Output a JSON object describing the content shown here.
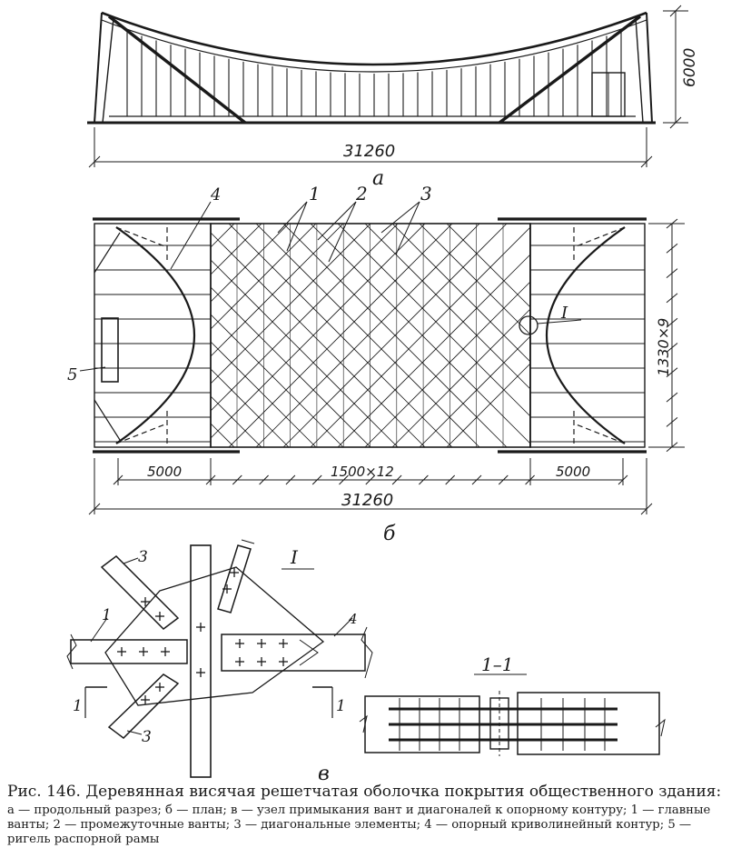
{
  "view_a": {
    "letter": "а",
    "height_dim": "6000",
    "length_dim": "31260"
  },
  "view_b": {
    "letter": "б",
    "callouts": [
      "1",
      "2",
      "3",
      "4",
      "5"
    ],
    "node_mark": "I",
    "width_dim": "1330×9",
    "end_dim_left": "5000",
    "mid_dim": "1500×12",
    "end_dim_right": "5000",
    "total_dim": "31260"
  },
  "view_v": {
    "letter": "в",
    "detail_mark": "I",
    "section_mark": "1–1",
    "cut_mark_left": "1",
    "cut_mark_right": "1",
    "callout_1": "1",
    "callout_3_top": "3",
    "callout_3_bottom": "3",
    "callout_4": "4"
  },
  "caption": {
    "title": "Рис. 146. Деревянная висячая решетчатая оболочка покрытия общественного здания:",
    "body": "а — продольный разрез; б — план; в — узел примыкания вант и диагоналей к опорному контуру; 1 — главные ванты; 2 — промежуточные ванты; 3 — диагональные элементы; 4 — опорный криволинейный контур; 5 — ригель распорной рамы"
  }
}
